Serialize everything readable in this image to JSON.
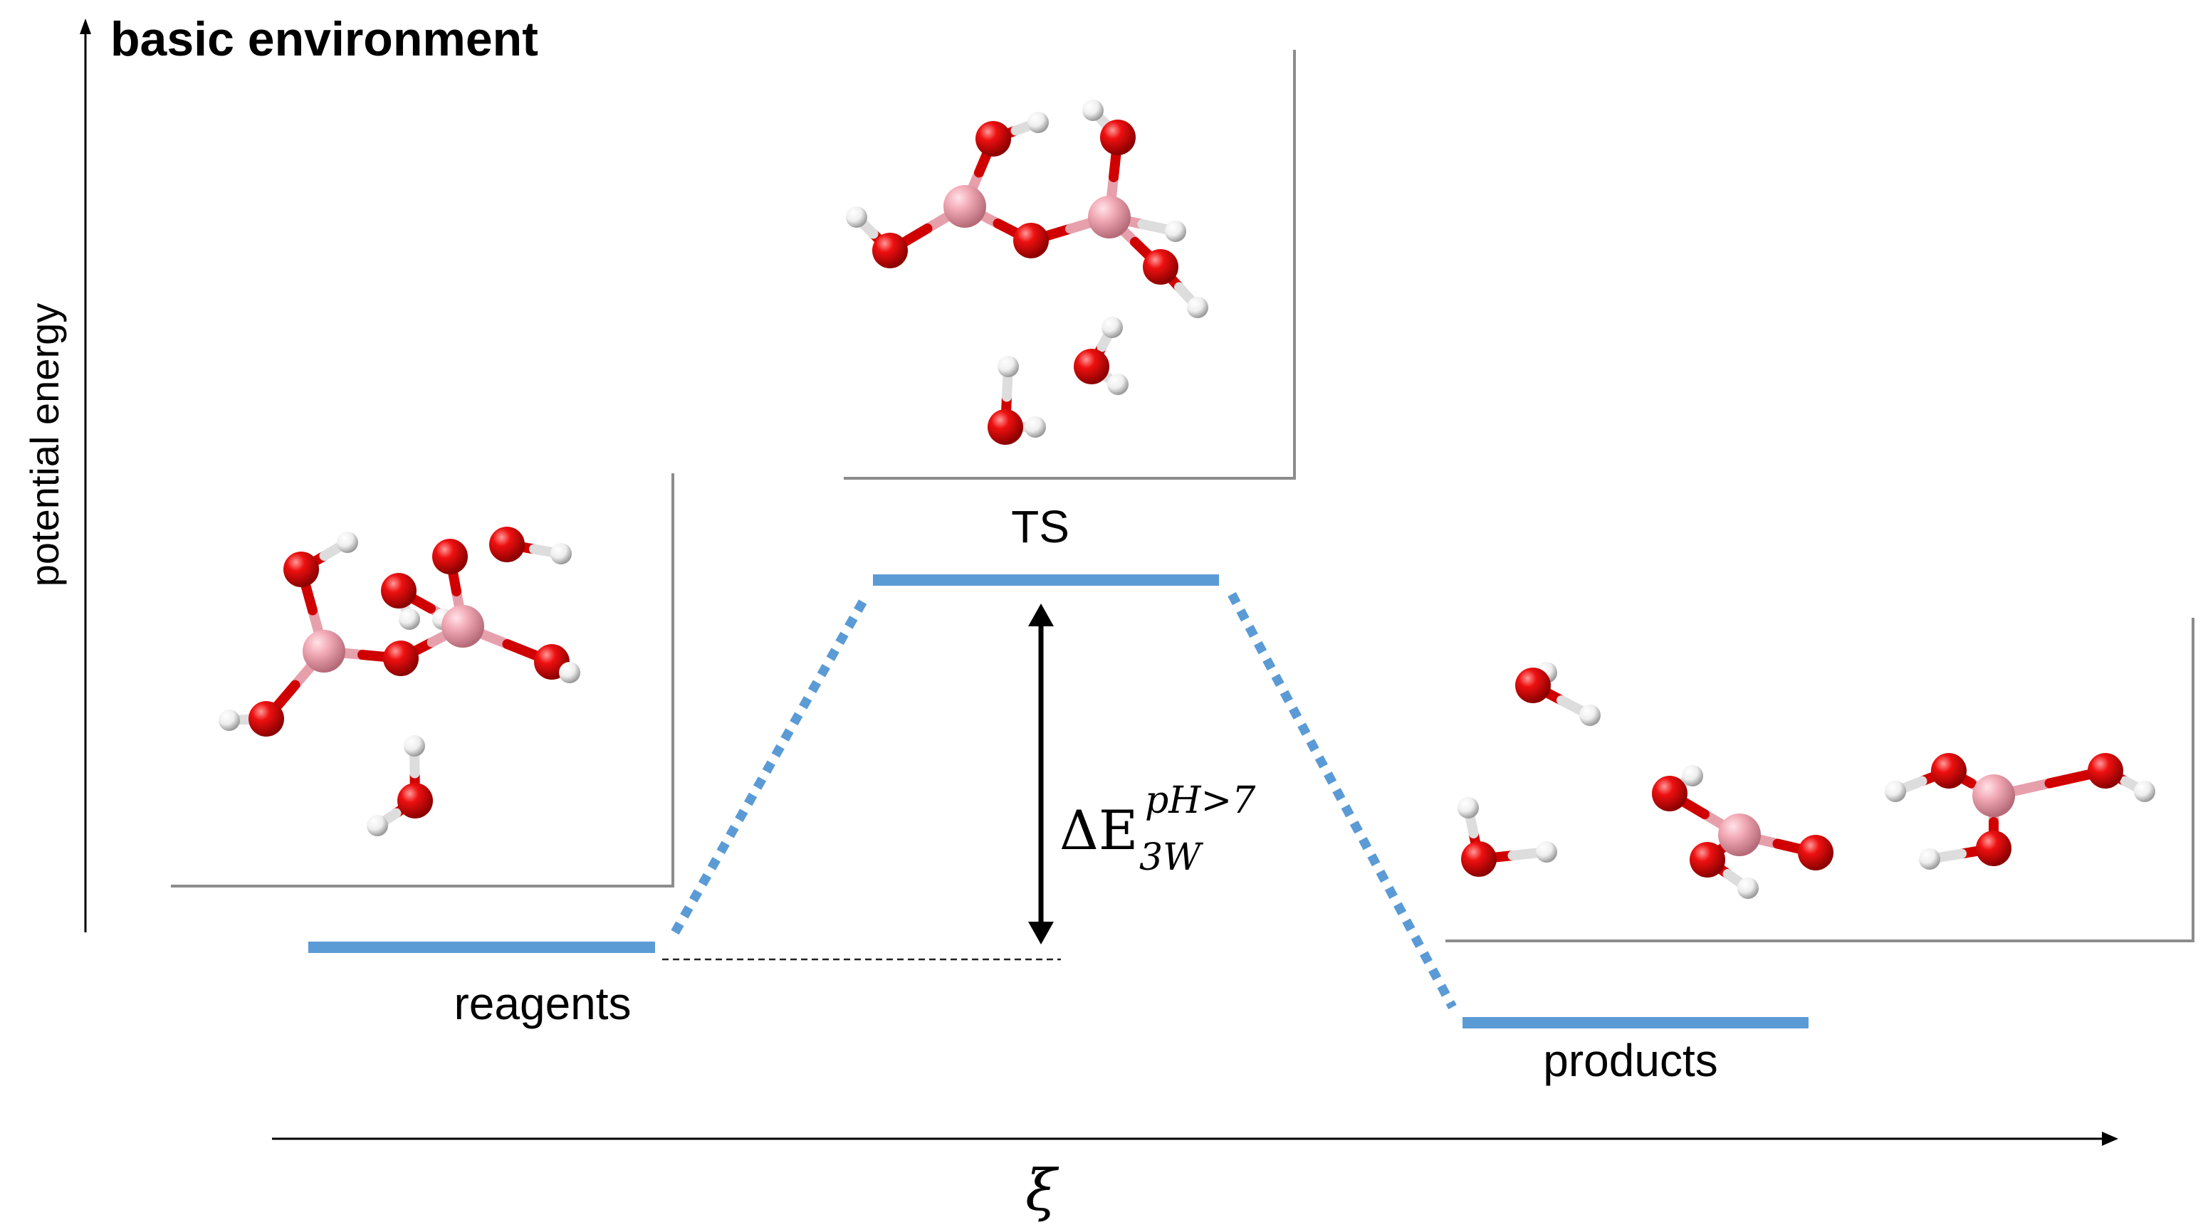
{
  "title": "basic environment",
  "y_axis_label": "potential energy",
  "x_axis_label": "ξ",
  "levels": {
    "reagents": "reagents",
    "ts": "TS",
    "products": "products"
  },
  "delta": {
    "base": "ΔE",
    "superscript": "pH>7",
    "subscript": "3W"
  },
  "colors": {
    "level": "#5b9bd5",
    "oxygen": "#e8000b",
    "boron": "#f0a8b4",
    "hydrogen": "#f2f2f2",
    "axis": "#000000",
    "panel_border": "#8c8c8c"
  },
  "icons": {
    "reagents_panel": "molecular-structure",
    "ts_panel": "molecular-structure",
    "products_panel": "molecular-structure"
  }
}
